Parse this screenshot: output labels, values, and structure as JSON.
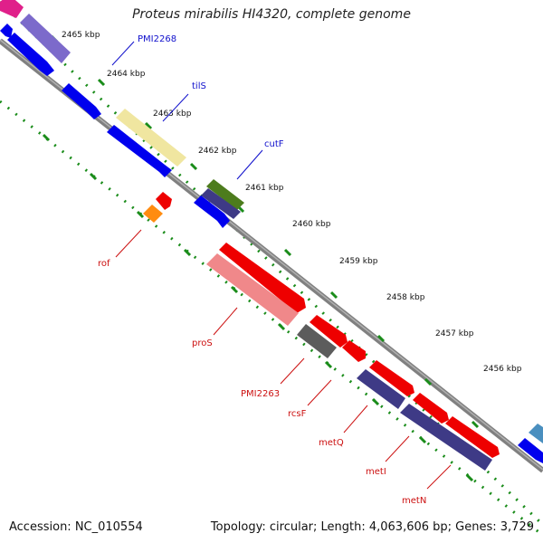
{
  "title": "Proteus mirabilis HI4320, complete genome",
  "footer": {
    "accession": "Accession: NC_010554",
    "summary": "Topology: circular; Length: 4,063,606 bp; Genes: 3,729"
  },
  "scale_ticks": [
    "2465 kbp",
    "2464 kbp",
    "2463 kbp",
    "2462 kbp",
    "2461 kbp",
    "2460 kbp",
    "2459 kbp",
    "2458 kbp",
    "2457 kbp",
    "2456 kbp"
  ],
  "forward_genes": [
    "PMI2268",
    "tilS",
    "cutF"
  ],
  "reverse_genes": [
    "rof",
    "proS",
    "PMI2263",
    "rcsF",
    "metQ",
    "metI",
    "metN"
  ],
  "colors": {
    "forward_strand": "#0000ee",
    "reverse_strand": "#ee0000",
    "backbone": "#888888",
    "ruler": "#1a8c1a"
  }
}
